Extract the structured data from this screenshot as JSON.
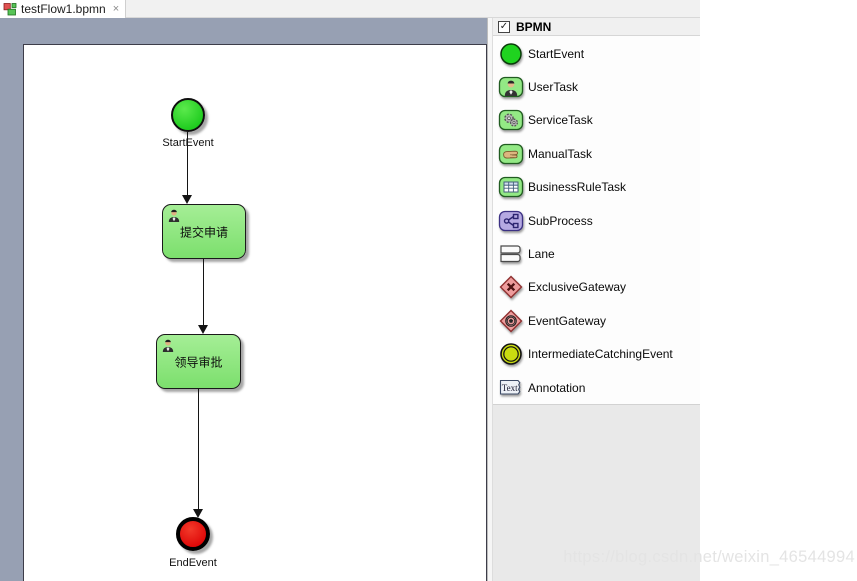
{
  "tab": {
    "title": "testFlow1.bpmn",
    "close_glyph": "×"
  },
  "palette": {
    "header": {
      "label": "BPMN",
      "checked": true,
      "check_glyph": "✓"
    },
    "items": [
      {
        "label": "StartEvent",
        "icon": "start-event-icon"
      },
      {
        "label": "UserTask",
        "icon": "user-task-icon"
      },
      {
        "label": "ServiceTask",
        "icon": "service-task-icon"
      },
      {
        "label": "ManualTask",
        "icon": "manual-task-icon"
      },
      {
        "label": "BusinessRuleTask",
        "icon": "business-rule-task-icon"
      },
      {
        "label": "SubProcess",
        "icon": "subprocess-icon"
      },
      {
        "label": "Lane",
        "icon": "lane-icon"
      },
      {
        "label": "ExclusiveGateway",
        "icon": "exclusive-gateway-icon"
      },
      {
        "label": "EventGateway",
        "icon": "event-gateway-icon"
      },
      {
        "label": "IntermediateCatchingEvent",
        "icon": "intermediate-catching-event-icon"
      },
      {
        "label": "Annotation",
        "icon": "annotation-icon"
      }
    ]
  },
  "diagram": {
    "nodes": [
      {
        "type": "start-event",
        "label": "StartEvent"
      },
      {
        "type": "user-task",
        "label": "提交申请"
      },
      {
        "type": "user-task",
        "label": "领导审批"
      },
      {
        "type": "end-event",
        "label": "EndEvent"
      }
    ],
    "connectors": [
      {
        "from": "StartEvent",
        "to": "提交申请"
      },
      {
        "from": "提交申请",
        "to": "领导审批"
      },
      {
        "from": "领导审批",
        "to": "EndEvent"
      }
    ]
  },
  "watermark": {
    "text": "https://blog.csdn.net/weixin_46544994"
  },
  "colors": {
    "frame_blue_gray": "#97a0b3",
    "start_event_green": "#1ecb1e",
    "task_green": "#86e878",
    "end_event_red": "#de0808",
    "gateway_pink": "#ee9c9c",
    "subprocess_purple": "#b5a9e2",
    "intermediate_yellow_green": "#c9dc10",
    "tabbar_gray": "#f1f1f1",
    "palette_footer_gray": "#e9e9e9"
  }
}
